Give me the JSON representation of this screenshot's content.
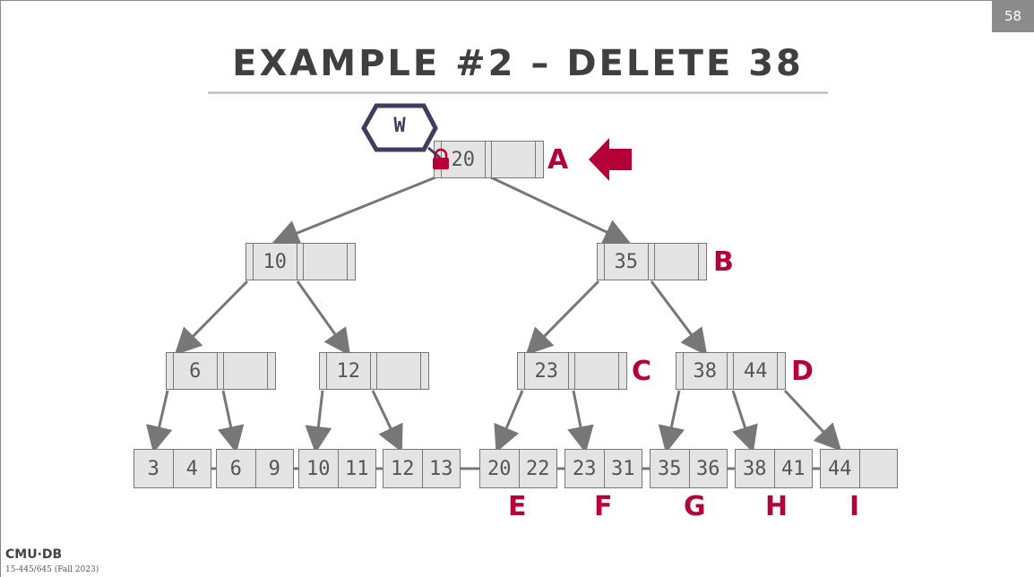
{
  "slide": {
    "page_number": "58",
    "title": "EXAMPLE #2 – DELETE 38"
  },
  "latch": {
    "mode": "W"
  },
  "tree": {
    "root": {
      "keys": [
        "20",
        ""
      ],
      "label": "A"
    },
    "inner": {
      "left": {
        "keys": [
          "10",
          ""
        ]
      },
      "right": {
        "keys": [
          "35",
          ""
        ],
        "label": "B"
      }
    },
    "level2": {
      "n6": {
        "keys": [
          "6",
          ""
        ]
      },
      "n12": {
        "keys": [
          "12",
          ""
        ]
      },
      "n23": {
        "keys": [
          "23",
          ""
        ],
        "label": "C"
      },
      "n38": {
        "keys": [
          "38",
          "44"
        ],
        "label": "D"
      }
    },
    "leaves": [
      {
        "keys": [
          "3",
          "4"
        ],
        "label": ""
      },
      {
        "keys": [
          "6",
          "9"
        ],
        "label": ""
      },
      {
        "keys": [
          "10",
          "11"
        ],
        "label": ""
      },
      {
        "keys": [
          "12",
          "13"
        ],
        "label": ""
      },
      {
        "keys": [
          "20",
          "22"
        ],
        "label": "E"
      },
      {
        "keys": [
          "23",
          "31"
        ],
        "label": "F"
      },
      {
        "keys": [
          "35",
          "36"
        ],
        "label": "G"
      },
      {
        "keys": [
          "38",
          "41"
        ],
        "label": "H"
      },
      {
        "keys": [
          "44",
          ""
        ],
        "label": "I"
      }
    ]
  },
  "colors": {
    "accent": "#b5003a",
    "edge": "#777777",
    "node_fill": "#e4e4e4",
    "latch_border": "#3d3d5c"
  },
  "icons": {
    "lock": "lock-icon",
    "pointer": "arrow-left-icon"
  },
  "footer": {
    "logo": "CMU·DB",
    "course": "15-445/645 (Fall 2023)"
  }
}
